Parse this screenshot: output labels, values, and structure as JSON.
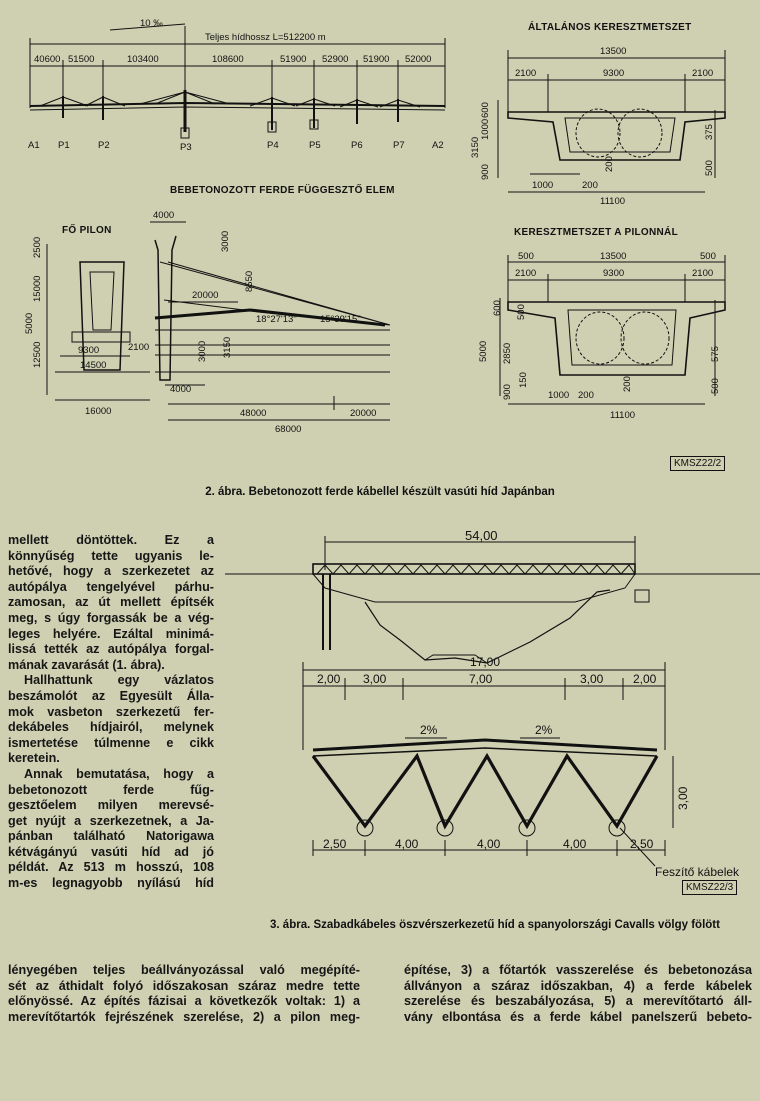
{
  "fig2": {
    "slope": "10 ‰",
    "total_length": "Teljes hídhossz L=512200 m",
    "spans": [
      "40600",
      "51500",
      "103400",
      "108600",
      "51900",
      "52900",
      "51900",
      "52000"
    ],
    "supports": [
      "A1",
      "P1",
      "P2",
      "P3",
      "P4",
      "P5",
      "P6",
      "P7",
      "A2"
    ],
    "titles": {
      "general_section": "ÁLTALÁNOS KERESZTMETSZET",
      "section_at_pylon": "KERESZTMETSZET A PILONNÁL",
      "stay_element": "BEBETONOZOTT FERDE FÜGGESZTŐ ELEM",
      "main_pylon": "FŐ PILON"
    },
    "general_dims": {
      "total": "13500",
      "left": "2100",
      "mid": "9300",
      "right": "2100",
      "h1": "600",
      "h2": "1000",
      "h3": "3150",
      "h4": "900",
      "bot1": "1000",
      "bot2": "200",
      "bot3": "200",
      "total_bot": "11100",
      "r1": "375",
      "r2": "500"
    },
    "pylon_section_dims": {
      "o1": "500",
      "total": "13500",
      "o2": "500",
      "left": "2100",
      "mid": "9300",
      "right": "2100",
      "h1": "600",
      "h2": "500",
      "h3": "5000",
      "h4": "2850",
      "h5": "150",
      "h6": "900",
      "bot1": "1000",
      "bot2": "200",
      "bot3": "200",
      "total_bot": "11100",
      "r1": "575",
      "r2": "500"
    },
    "pylon_dims": {
      "a": "2500",
      "b": "15000",
      "c": "5000",
      "d": "12500",
      "w1": "9300",
      "w2": "14500",
      "w3": "16000",
      "side": "2100"
    },
    "stay_dims": {
      "top": "4000",
      "h1": "3000",
      "l1": "20000",
      "diag": "8550",
      "ang1": "18°27'13\"",
      "ang2": "15°39'15\"",
      "h2": "3000",
      "h3": "3150",
      "bot1": "4000",
      "len1": "48000",
      "len2": "20000",
      "total": "68000"
    },
    "tag": "KMSZ22/2",
    "caption": "2. ábra. Bebetonozott ferde kábellel készült vasúti híd Japánban"
  },
  "fig3": {
    "span": "54,00",
    "width_total": "17,00",
    "top_dims": [
      "2,00",
      "3,00",
      "7,00",
      "3,00",
      "2,00"
    ],
    "slopes": [
      "2%",
      "2%"
    ],
    "bottom_dims": [
      "2,50",
      "4,00",
      "4,00",
      "4,00",
      "2,50"
    ],
    "height": "3,00",
    "label": "Feszítő kábelek",
    "tag": "KMSZ22/3",
    "caption": "3. ábra. Szabadkábeles öszvérszerkezetű híd a spanyolországi Cavalls völgy fölött"
  },
  "text": {
    "col1": [
      {
        "t": "mellett döntöttek. Ez a",
        "j": true
      },
      {
        "t": "könnyűség tette ugyanis le-",
        "j": true
      },
      {
        "t": "hetővé, hogy a szerkezetet az",
        "j": true
      },
      {
        "t": "autópálya tengelyével párhu-",
        "j": true
      },
      {
        "t": "zamosan, az út mellett építsék",
        "j": true
      },
      {
        "t": "meg, s úgy forgassák be a vég-",
        "j": true
      },
      {
        "t": "leges helyére. Ezáltal minimá-",
        "j": true
      },
      {
        "t": "lissá tették az autópálya forgal-",
        "j": true
      },
      {
        "t": "mának zavarását (1. ábra).",
        "j": false
      },
      {
        "t": "Hallhattunk egy vázlatos",
        "j": true,
        "i": true
      },
      {
        "t": "beszámolót az Egyesült Álla-",
        "j": true
      },
      {
        "t": "mok vasbeton szerkezetű fer-",
        "j": true
      },
      {
        "t": "dekábeles hídjairól, melynek",
        "j": true
      },
      {
        "t": "ismertetése túlmenne e cikk",
        "j": true
      },
      {
        "t": "keretein.",
        "j": false
      },
      {
        "t": "Annak bemutatása, hogy a",
        "j": true,
        "i": true
      },
      {
        "t": "bebetonozott ferde fűg-",
        "j": true
      },
      {
        "t": "gesztőelem milyen merevsé-",
        "j": true
      },
      {
        "t": "get nyújt a szerkezetnek, a Ja-",
        "j": true
      },
      {
        "t": "pánban található Natorigawa",
        "j": true
      },
      {
        "t": "kétvágányú vasúti híd ad jó",
        "j": true
      },
      {
        "t": "példát. Az 513 m hosszú, 108",
        "j": true
      },
      {
        "t": "m-es legnagyobb nyílású híd",
        "j": true
      }
    ],
    "col1b": [
      {
        "t": "lényegében teljes beállványozással való megépíté-",
        "j": true
      },
      {
        "t": "sét az áthidalt folyó időszakosan száraz medre tette",
        "j": true
      },
      {
        "t": "előnyössé. Az építés fázisai a következők voltak: 1) a",
        "j": true
      },
      {
        "t": "merevítőtartók fejrészének szerelése, 2) a pilon meg-",
        "j": true
      }
    ],
    "col2": [
      {
        "t": "építése, 3) a főtartók vasszerelése és bebetonozása",
        "j": true
      },
      {
        "t": "állványon a száraz időszakban, 4) a ferde kábelek",
        "j": true
      },
      {
        "t": "szerelése és beszabályozása, 5) a merevítőtartó áll-",
        "j": true
      },
      {
        "t": "vány elbontása és a ferde kábel panelszerű bebeto-",
        "j": true
      }
    ]
  }
}
